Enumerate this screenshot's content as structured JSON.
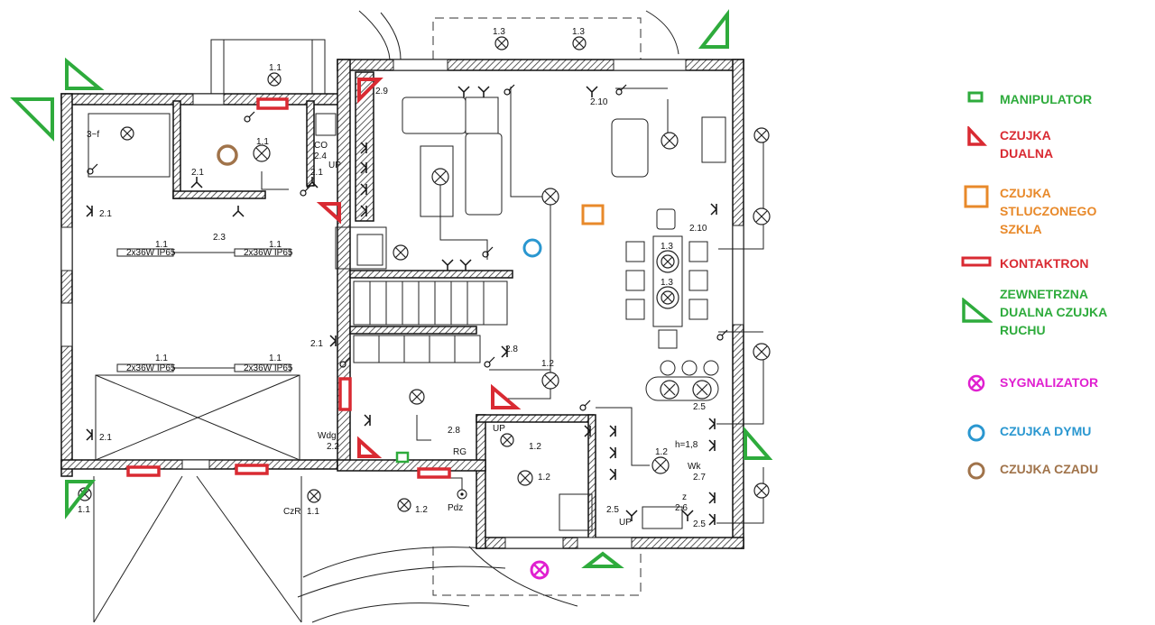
{
  "legend": {
    "manipulator": {
      "label": "MANIPULATOR",
      "color": "#2eab3c"
    },
    "dual_sensor": {
      "label": "CZUJKA DUALNA",
      "color": "#d92a32"
    },
    "glass_break": {
      "label": "CZUJKA STLUCZONEGO SZKLA",
      "color": "#e8892a"
    },
    "contactron": {
      "label": "KONTAKTRON",
      "color": "#d92a32"
    },
    "outdoor_dual": {
      "label": "ZEWNETRZNA DUALNA CZUJKA RUCHU",
      "color": "#2eab3c"
    },
    "siren": {
      "label": "SYGNALIZATOR",
      "color": "#e020d0"
    },
    "smoke": {
      "label": "CZUJKA DYMU",
      "color": "#2a97d0"
    },
    "co": {
      "label": "CZUJKA CZADU",
      "color": "#a0734a"
    }
  },
  "plan_labels": {
    "l_1_3": "1.3",
    "l_1_1": "1.1",
    "l_2_9": "2.9",
    "l_2_10": "2.10",
    "l_2_1": "2.1",
    "l_2_3": "2.3",
    "l_co": "CO",
    "l_2_4": "2.4",
    "l_up": "UP",
    "l_2_8": "2.8",
    "l_1_2": "1.2",
    "l_2_5": "2.5",
    "l_2_6": "2.6",
    "l_2_7": "2.7",
    "l_2_2": "2.2",
    "l_rg": "RG",
    "l_wdg": "Wdg",
    "l_czr": "CzR",
    "l_pdz": "Pdz",
    "l_h": "h=1,8",
    "l_wk": "Wk",
    "l_z": "z",
    "l_3f": "3~f",
    "l_lamp": "2x36W IP65"
  }
}
